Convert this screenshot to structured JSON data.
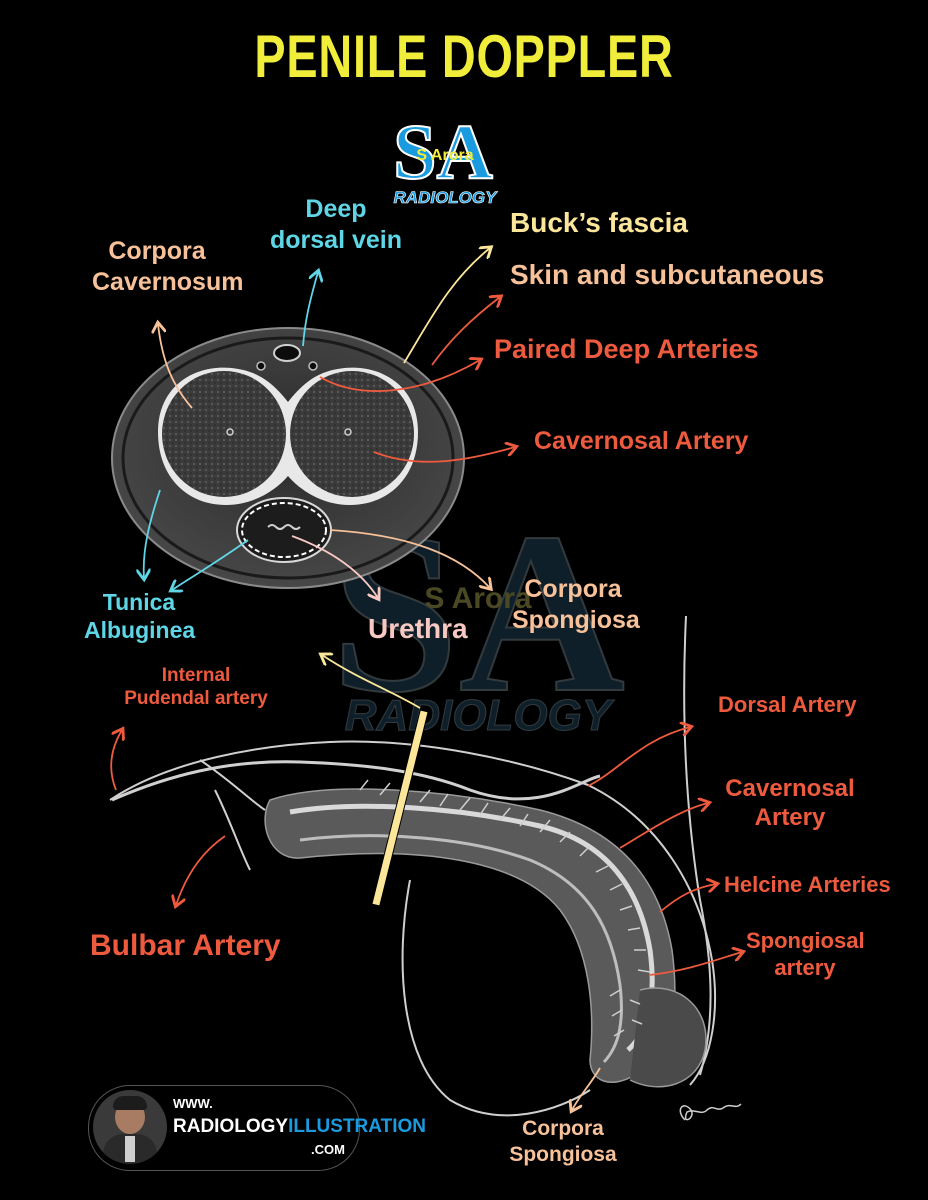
{
  "title": "PENILE DOPPLER",
  "logo": {
    "text": "RADIOLOGY",
    "mark": "SA",
    "name": "S Arora"
  },
  "watermark": {
    "mark": "SA",
    "name": "S Arora",
    "text": "RADIOLOGY"
  },
  "labels": {
    "corpora_cavernosum": "Corpora Cavernosum",
    "deep_dorsal_vein": "Deep dorsal vein",
    "bucks_fascia": "Buck’s fascia",
    "skin_subcutaneous": "Skin and subcutaneous",
    "paired_deep_arteries": "Paired Deep Arteries",
    "cavernosal_artery_top": "Cavernosal Artery",
    "tunica_albuginea": "Tunica Albuginea",
    "urethra": "Urethra",
    "corpora_spongiosa_top": "Corpora Spongiosa",
    "internal_pudendal_artery": "Internal Pudendal artery",
    "dorsal_artery": "Dorsal Artery",
    "cavernosal_artery_side": "Cavernosal Artery",
    "helcine_arteries": "Helcine Arteries",
    "spongiosal_artery": "Spongiosal artery",
    "bulbar_artery": "Bulbar Artery",
    "corpora_spongiosa_bottom": "Corpora Spongiosa"
  },
  "website": {
    "www": "WWW.",
    "name_a": "RADIOLOGY",
    "name_b": "ILLUSTRATION",
    "com": ".COM"
  },
  "colors": {
    "title": "#f0ee3a",
    "peach": "#f7c199",
    "red": "#ee5a3e",
    "cyan": "#5fd6e6",
    "yellow": "#fbe69a",
    "pink": "#f7c9c2",
    "logo_blue": "#1a9be0"
  }
}
